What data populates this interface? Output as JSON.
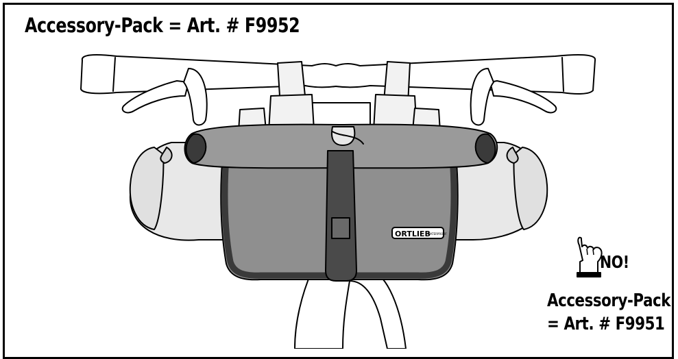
{
  "header": {
    "title": "Accessory-Pack = Art. # F9952"
  },
  "bag": {
    "brand": "ORTLIEB",
    "badge": "WATERPROOF"
  },
  "warning": {
    "no_label": "NO!",
    "line1": "Accessory-Pack",
    "line2": "= Art. # F9951"
  },
  "colors": {
    "outline": "#000000",
    "accessory_pack": "#e8e8e8",
    "bag_body": "#8f8f8f",
    "roll_top": "#9a9a9a",
    "bag_rim": "#3a3a3a",
    "strap": "#4a4a4a",
    "handlebar": "#ffffff"
  },
  "icons": {
    "pointing_hand": "pointing-hand-icon"
  }
}
